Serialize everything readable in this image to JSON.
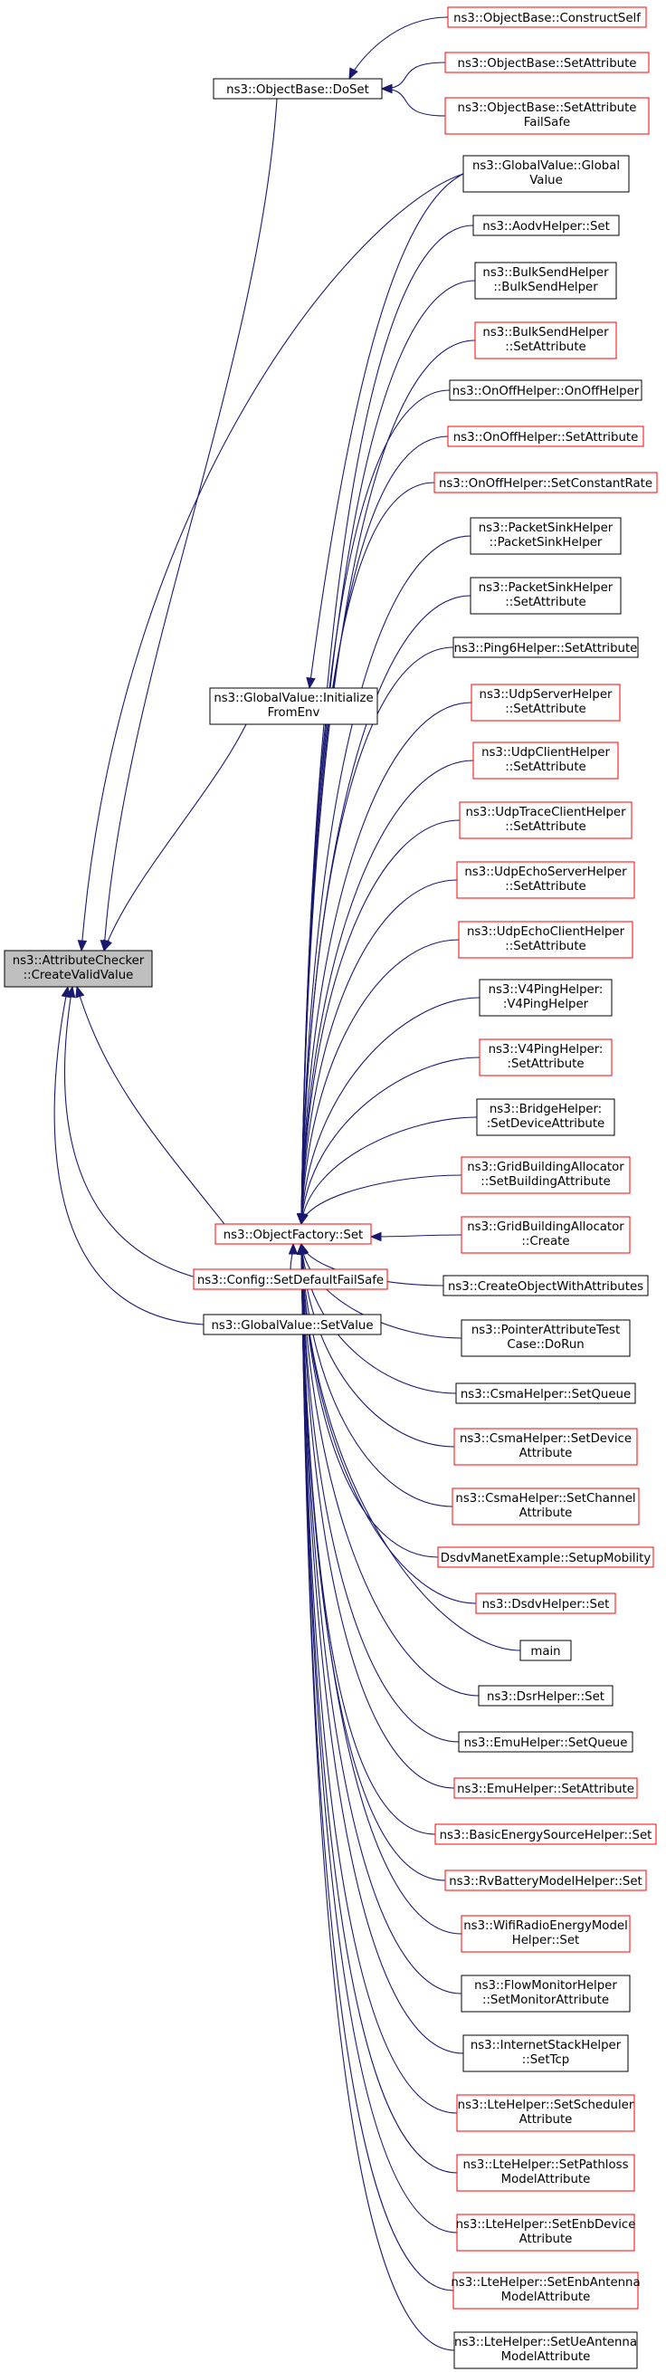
{
  "colors": {
    "edge": "#191970",
    "box_default": "#000000",
    "box_red": "#ff0000",
    "box_highlight_fill": "#bfbfbf"
  },
  "nodes": {
    "n_root": [
      "ns3::AttributeChecker",
      "::CreateValidValue"
    ],
    "n_doset": [
      "ns3::ObjectBase::DoSet"
    ],
    "n_gv_init": [
      "ns3::GlobalValue::Initialize",
      "FromEnv"
    ],
    "n_of_set": [
      "ns3::ObjectFactory::Set"
    ],
    "n_cfg_dfs": [
      "ns3::Config::SetDefaultFailSafe"
    ],
    "n_gv_setvalue": [
      "ns3::GlobalValue::SetValue"
    ],
    "n_ob_construct": [
      "ns3::ObjectBase::ConstructSelf"
    ],
    "n_ob_setattr": [
      "ns3::ObjectBase::SetAttribute"
    ],
    "n_ob_setattrfs": [
      "ns3::ObjectBase::SetAttribute",
      "FailSafe"
    ],
    "n_gv_global": [
      "ns3::GlobalValue::Global",
      "Value"
    ],
    "n_aodv_set": [
      "ns3::AodvHelper::Set"
    ],
    "n_bulk_ctor": [
      "ns3::BulkSendHelper",
      "::BulkSendHelper"
    ],
    "n_bulk_setattr": [
      "ns3::BulkSendHelper",
      "::SetAttribute"
    ],
    "n_onoff_ctor": [
      "ns3::OnOffHelper::OnOffHelper"
    ],
    "n_onoff_setattr": [
      "ns3::OnOffHelper::SetAttribute"
    ],
    "n_onoff_setcr": [
      "ns3::OnOffHelper::SetConstantRate"
    ],
    "n_psink_ctor": [
      "ns3::PacketSinkHelper",
      "::PacketSinkHelper"
    ],
    "n_psink_setattr": [
      "ns3::PacketSinkHelper",
      "::SetAttribute"
    ],
    "n_ping6_setattr": [
      "ns3::Ping6Helper::SetAttribute"
    ],
    "n_udpserver": [
      "ns3::UdpServerHelper",
      "::SetAttribute"
    ],
    "n_udpclient": [
      "ns3::UdpClientHelper",
      "::SetAttribute"
    ],
    "n_udptrace": [
      "ns3::UdpTraceClientHelper",
      "::SetAttribute"
    ],
    "n_udpechoserver": [
      "ns3::UdpEchoServerHelper",
      "::SetAttribute"
    ],
    "n_udpechoclient": [
      "ns3::UdpEchoClientHelper",
      "::SetAttribute"
    ],
    "n_v4ping_ctor": [
      "ns3::V4PingHelper:",
      ":V4PingHelper"
    ],
    "n_v4ping_setattr": [
      "ns3::V4PingHelper:",
      ":SetAttribute"
    ],
    "n_bridge": [
      "ns3::BridgeHelper:",
      ":SetDeviceAttribute"
    ],
    "n_gba_setbuilding": [
      "ns3::GridBuildingAllocator",
      "::SetBuildingAttribute"
    ],
    "n_gba_create": [
      "ns3::GridBuildingAllocator",
      "::Create"
    ],
    "n_createobj": [
      "ns3::CreateObjectWithAttributes"
    ],
    "n_pattrtest": [
      "ns3::PointerAttributeTest",
      "Case::DoRun"
    ],
    "n_csma_queue": [
      "ns3::CsmaHelper::SetQueue"
    ],
    "n_csma_dev": [
      "ns3::CsmaHelper::SetDevice",
      "Attribute"
    ],
    "n_csma_chan": [
      "ns3::CsmaHelper::SetChannel",
      "Attribute"
    ],
    "n_dsdv_manet": [
      "DsdvManetExample::SetupMobility"
    ],
    "n_dsdv_set": [
      "ns3::DsdvHelper::Set"
    ],
    "n_main": [
      "main"
    ],
    "n_dsr_set": [
      "ns3::DsrHelper::Set"
    ],
    "n_emu_queue": [
      "ns3::EmuHelper::SetQueue"
    ],
    "n_emu_attr": [
      "ns3::EmuHelper::SetAttribute"
    ],
    "n_basicenergy": [
      "ns3::BasicEnergySourceHelper::Set"
    ],
    "n_rvbattery": [
      "ns3::RvBatteryModelHelper::Set"
    ],
    "n_wifiradio": [
      "ns3::WifiRadioEnergyModel",
      "Helper::Set"
    ],
    "n_flowmon": [
      "ns3::FlowMonitorHelper",
      "::SetMonitorAttribute"
    ],
    "n_inetstack": [
      "ns3::InternetStackHelper",
      "::SetTcp"
    ],
    "n_lte_sched": [
      "ns3::LteHelper::SetScheduler",
      "Attribute"
    ],
    "n_lte_path": [
      "ns3::LteHelper::SetPathloss",
      "ModelAttribute"
    ],
    "n_lte_enbdev": [
      "ns3::LteHelper::SetEnbDevice",
      "Attribute"
    ],
    "n_lte_enbant": [
      "ns3::LteHelper::SetEnbAntenna",
      "ModelAttribute"
    ],
    "n_lte_ueant": [
      "ns3::LteHelper::SetUeAntenna",
      "ModelAttribute"
    ]
  }
}
